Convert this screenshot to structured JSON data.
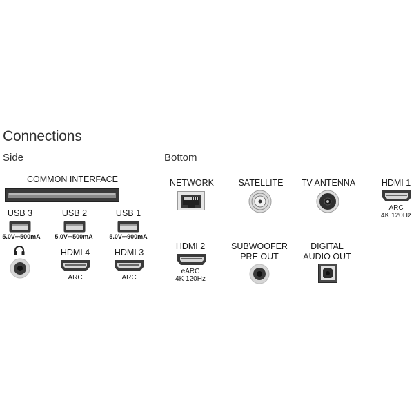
{
  "title": "Connections",
  "sections": {
    "side": "Side",
    "bottom": "Bottom"
  },
  "colors": {
    "port_dark": "#333333",
    "port_light": "#d9d9d9",
    "rule": "#666666"
  },
  "side": {
    "common_interface": {
      "label": "COMMON INTERFACE",
      "icon": "ci-slot-icon"
    },
    "usb3": {
      "label": "USB 3",
      "power_v": "5.0V",
      "power_a": "500mA"
    },
    "usb2": {
      "label": "USB 2",
      "power_v": "5.0V",
      "power_a": "500mA"
    },
    "usb1": {
      "label": "USB 1",
      "power_v": "5.0V",
      "power_a": "900mA"
    },
    "headphone": {
      "icon": "headphone-icon"
    },
    "hdmi4": {
      "label": "HDMI 4",
      "sub": "ARC"
    },
    "hdmi3": {
      "label": "HDMI 3",
      "sub": "ARC"
    }
  },
  "bottom": {
    "network": {
      "label": "NETWORK"
    },
    "satellite": {
      "label": "SATELLITE"
    },
    "antenna": {
      "label": "TV ANTENNA"
    },
    "hdmi1": {
      "label": "HDMI 1",
      "sub1": "ARC",
      "sub2": "4K 120Hz"
    },
    "hdmi2": {
      "label": "HDMI 2",
      "sub1": "eARC",
      "sub2": "4K 120Hz"
    },
    "subwoofer": {
      "label1": "SUBWOOFER",
      "label2": "PRE OUT"
    },
    "digital_audio": {
      "label1": "DIGITAL",
      "label2": "AUDIO OUT"
    }
  }
}
